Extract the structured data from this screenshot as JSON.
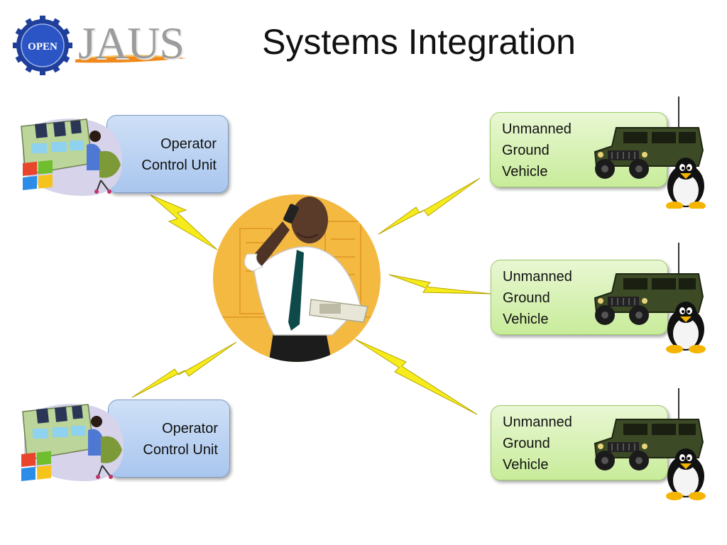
{
  "slide": {
    "title": "Systems Integration",
    "logo": {
      "seal_text": "OPEN",
      "wordmark": "JAUS"
    }
  },
  "nodes": {
    "operator_units": [
      {
        "line1": "Operator",
        "line2": "Control Unit"
      },
      {
        "line1": "Operator",
        "line2": "Control Unit"
      }
    ],
    "vehicles": [
      {
        "line1": "Unmanned",
        "line2": "Ground",
        "line3": "Vehicle"
      },
      {
        "line1": "Unmanned",
        "line2": "Ground",
        "line3": "Vehicle"
      },
      {
        "line1": "Unmanned",
        "line2": "Ground",
        "line3": "Vehicle"
      }
    ]
  },
  "colors": {
    "operator_box": "#b9d2f2",
    "vehicle_box": "#d6f1b3",
    "lightning": "#f6ec1c",
    "center_circle": "#f4b941",
    "logo_seal": "#1f3f9a"
  },
  "icons": {
    "windows": "windows-logo-icon",
    "linux": "tux-penguin-icon",
    "vehicle": "humvee-icon",
    "operator": "operator-console-icon",
    "center": "businessman-on-phone-icon"
  }
}
